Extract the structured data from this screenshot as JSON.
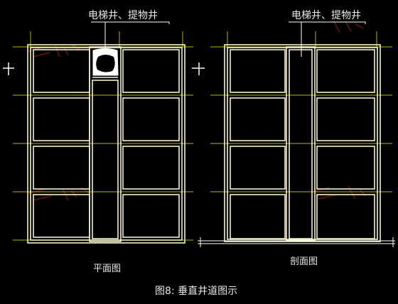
{
  "left_drawing": {
    "callout": "电梯井、提物井",
    "caption": "平面图"
  },
  "right_drawing": {
    "callout": "电梯井、提物井",
    "caption": "剖面图"
  },
  "figure_caption": "图8: 垂直井道图示",
  "colors": {
    "background": "#000000",
    "wall_outline": "#f4f2c8",
    "grid_line": "#b7b400",
    "text": "#e8e8e8",
    "watermark": "#7a1c1c"
  }
}
